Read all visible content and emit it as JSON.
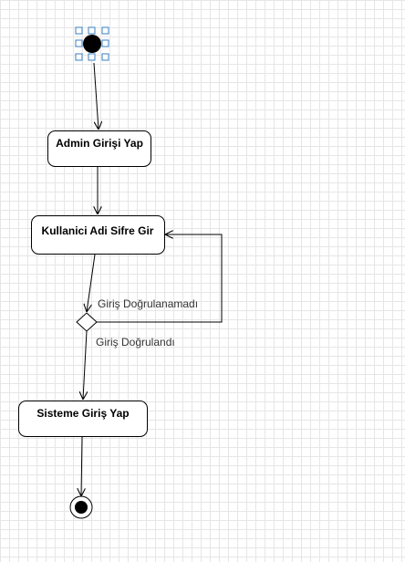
{
  "diagram": {
    "nodes": {
      "admin_login": "Admin Girişi Yap",
      "enter_credentials": "Kullanici Adi Sifre Gir",
      "system_login": "Sisteme Giriş Yap"
    },
    "edges": {
      "not_verified": "Giriş Doğrulanamadı",
      "verified": "Giriş Doğrulandı"
    },
    "colors": {
      "grid": "#e6e6e6",
      "stroke": "#000000",
      "selection": "#3a7fc4"
    }
  }
}
